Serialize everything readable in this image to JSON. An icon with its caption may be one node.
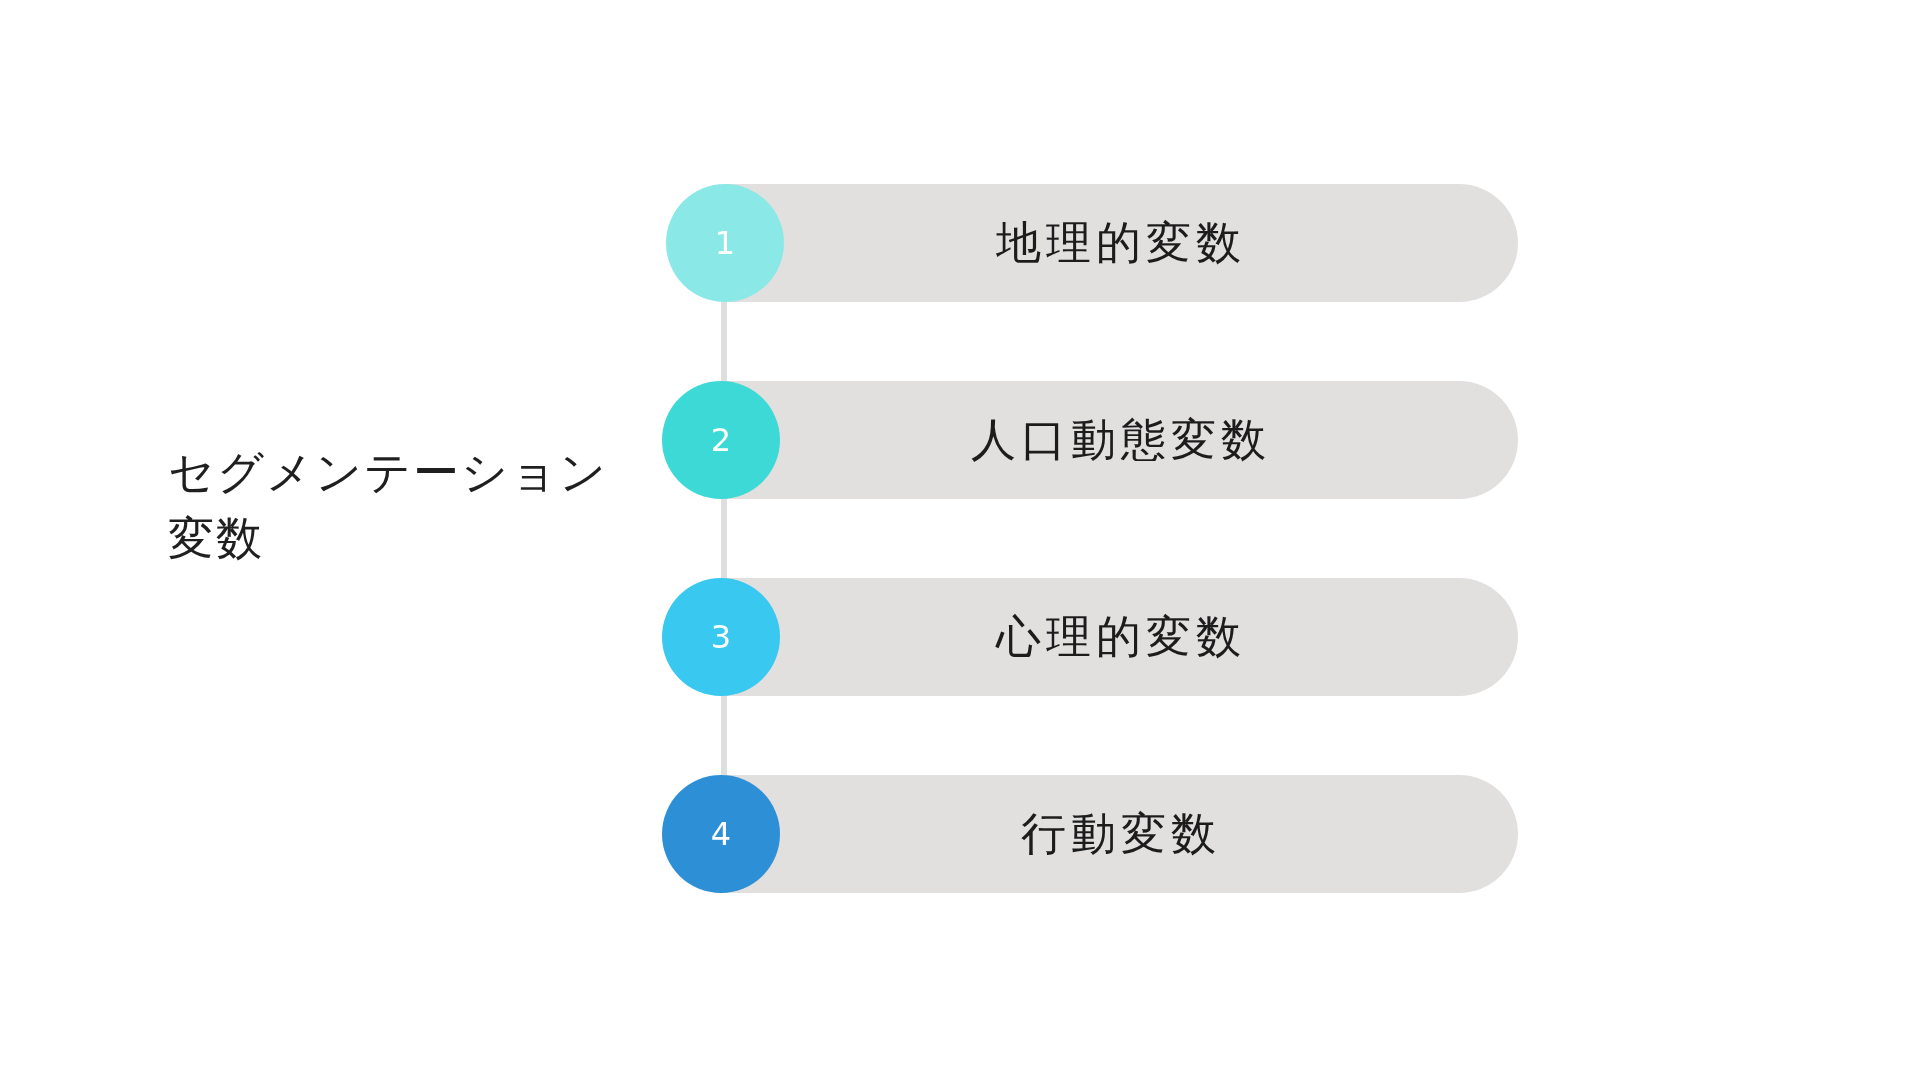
{
  "diagram": {
    "title": "セグメンテーション変数",
    "nodes": [
      {
        "text": [
          "1"
        ]
      },
      {
        "text": [
          "地理的変数"
        ]
      },
      {
        "text": [
          "2"
        ]
      },
      {
        "text": [
          "人口動態変数"
        ]
      },
      {
        "text": [
          "3"
        ]
      },
      {
        "text": [
          "心理的変数"
        ]
      },
      {
        "text": [
          "4"
        ]
      },
      {
        "text": [
          "行動変数"
        ]
      }
    ],
    "edges": [
      {
        "from": 0,
        "to": 2,
        "arrow": "none"
      },
      {
        "from": 2,
        "to": 4,
        "arrow": "none"
      },
      {
        "from": 4,
        "to": 6,
        "arrow": "none"
      }
    ]
  }
}
